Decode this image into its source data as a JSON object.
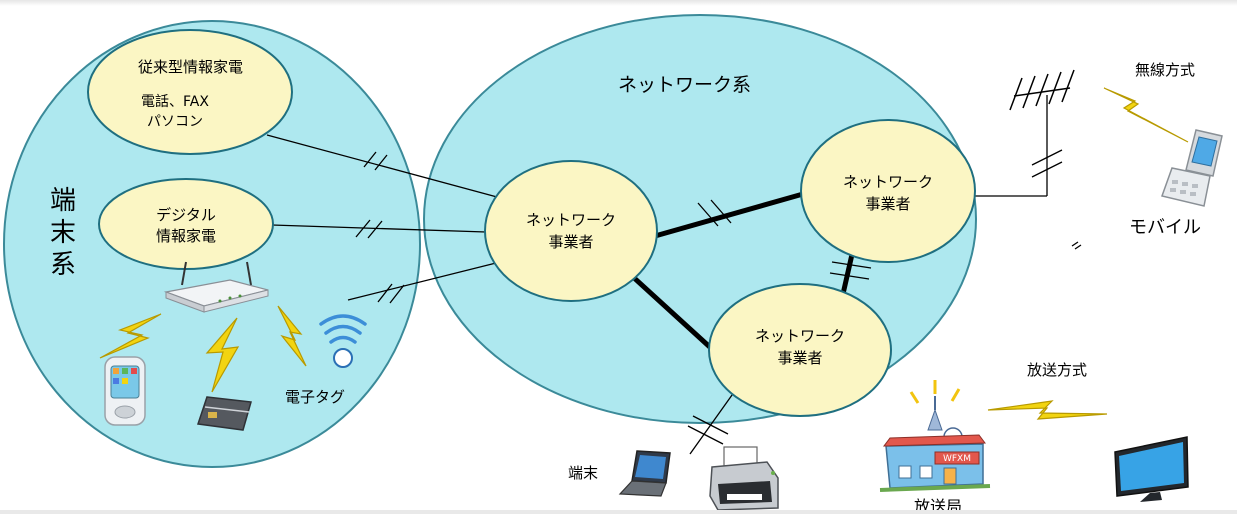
{
  "terminal_system": {
    "title": "端末系",
    "legacy_appliances": {
      "title": "従来型情報家電",
      "line1": "電話、FAX",
      "line2": "パソコン"
    },
    "digital_appliances": {
      "line1": "デジタル",
      "line2": "情報家電"
    },
    "rfid_tag_label": "電子タグ"
  },
  "network_system": {
    "title": "ネットワーク系",
    "operators": [
      {
        "line1": "ネットワーク",
        "line2": "事業者"
      },
      {
        "line1": "ネットワーク",
        "line2": "事業者"
      },
      {
        "line1": "ネットワーク",
        "line2": "事業者"
      }
    ]
  },
  "wireless": {
    "title": "無線方式",
    "mobile_label": "モバイル"
  },
  "broadcast": {
    "title": "放送方式",
    "station_label": "放送局",
    "station_sign": "WFXM"
  },
  "terminal_label": "端末",
  "colors": {
    "cloud_fill": "#aee8ef",
    "cloud_stroke": "#3b8a99",
    "node_fill": "#fbf6c4",
    "node_stroke": "#1f6f80",
    "bolt": "#f2d411"
  }
}
